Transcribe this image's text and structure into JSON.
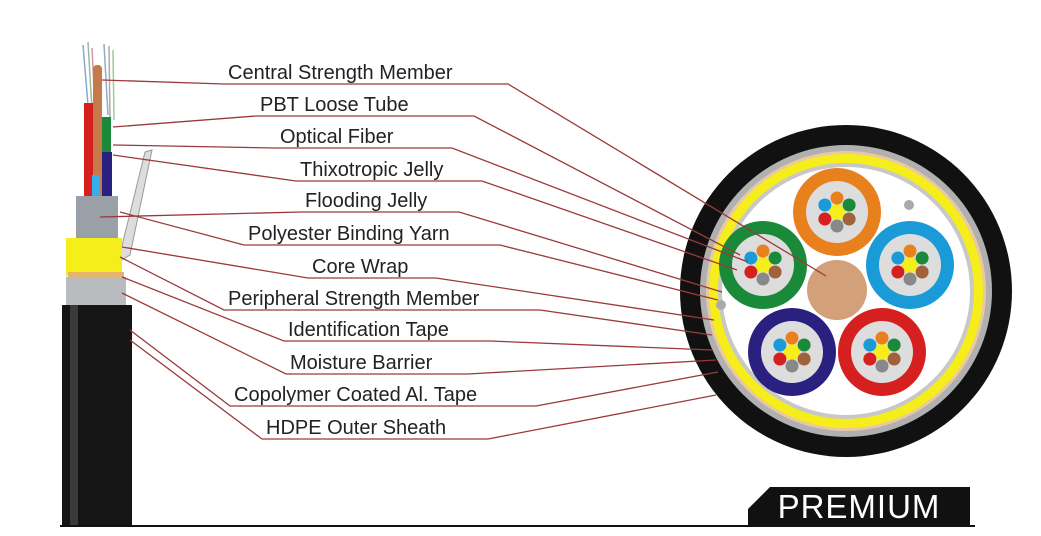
{
  "labels": [
    "Central Strength Member",
    "PBT Loose Tube",
    "Optical Fiber",
    "Thixotropic Jelly",
    "Flooding Jelly",
    "Polyester Binding Yarn",
    "Core Wrap",
    "Peripheral Strength Member",
    "Identification Tape",
    "Moisture Barrier",
    "Copolymer Coated Al. Tape",
    "HDPE Outer Sheath"
  ],
  "badge": "PREMIUM",
  "colors": {
    "leader": "#9b3a3a",
    "sheath": "#111111",
    "yarn": "#f5ee1a",
    "tubes": [
      "#e8801e",
      "#1a9ad6",
      "#d62020",
      "#2a2080",
      "#1a8a3a"
    ],
    "central_member": "#d4a07a"
  }
}
